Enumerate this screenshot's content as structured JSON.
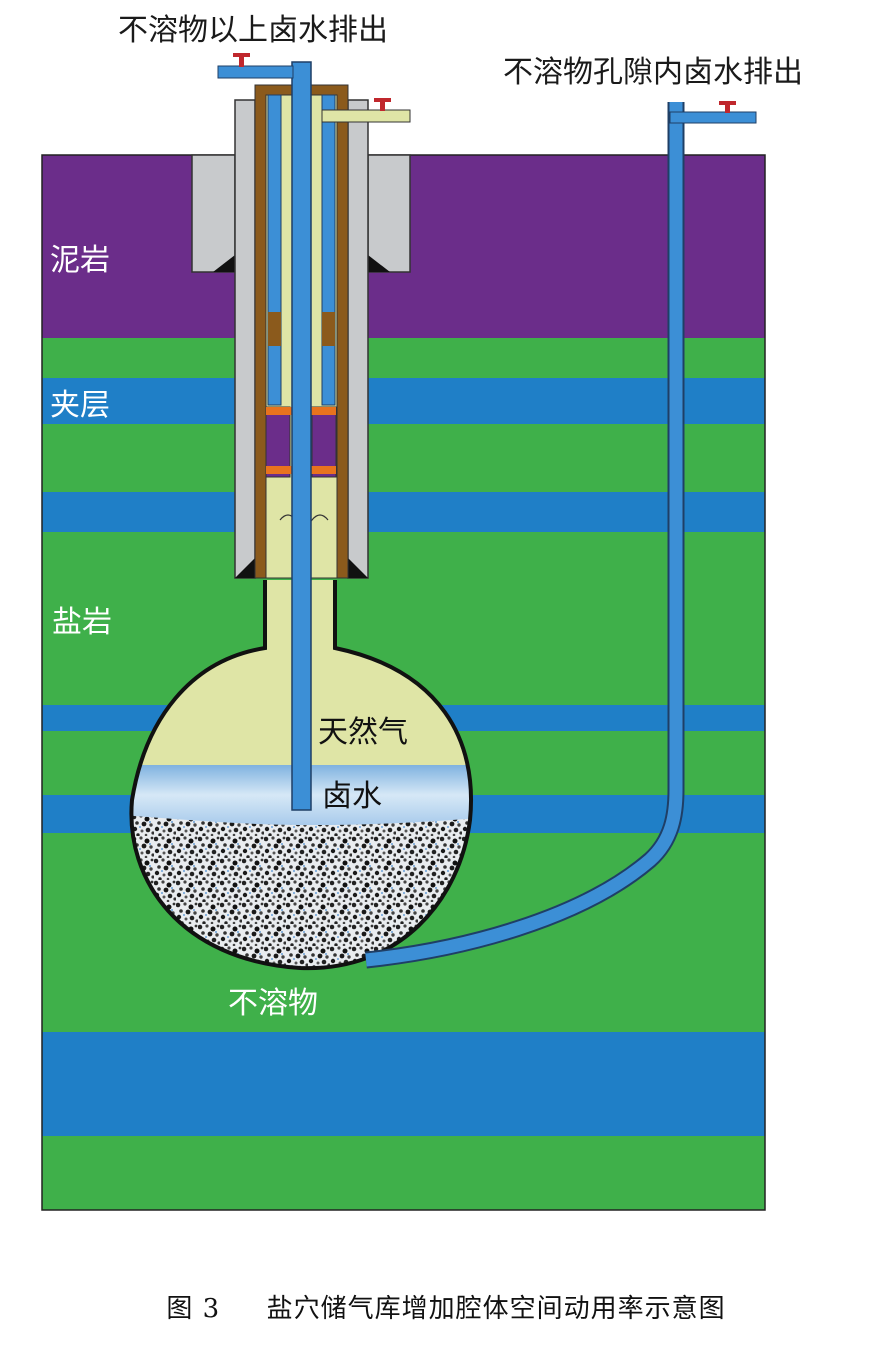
{
  "labels": {
    "top_outlet": "不溶物以上卤水排出",
    "pore_outlet": "不溶物孔隙内卤水排出",
    "mudstone": "泥岩",
    "interlayer": "夹层",
    "salt_rock": "盐岩",
    "natural_gas": "天然气",
    "brine": "卤水",
    "insoluble": "不溶物"
  },
  "caption": {
    "figure_no": "图 3",
    "title": "盐穴储气库增加腔体空间动用率示意图"
  },
  "colors": {
    "mudstone": "#6b2d8a",
    "salt_rock": "#3fb04a",
    "interlayer": "#1f7fc7",
    "casing_gray": "#c8cacc",
    "cement_brown": "#8b5a1c",
    "gas": "#dfe5a6",
    "tubing_blue": "#3c8fd6",
    "valve_red": "#c0272d"
  }
}
